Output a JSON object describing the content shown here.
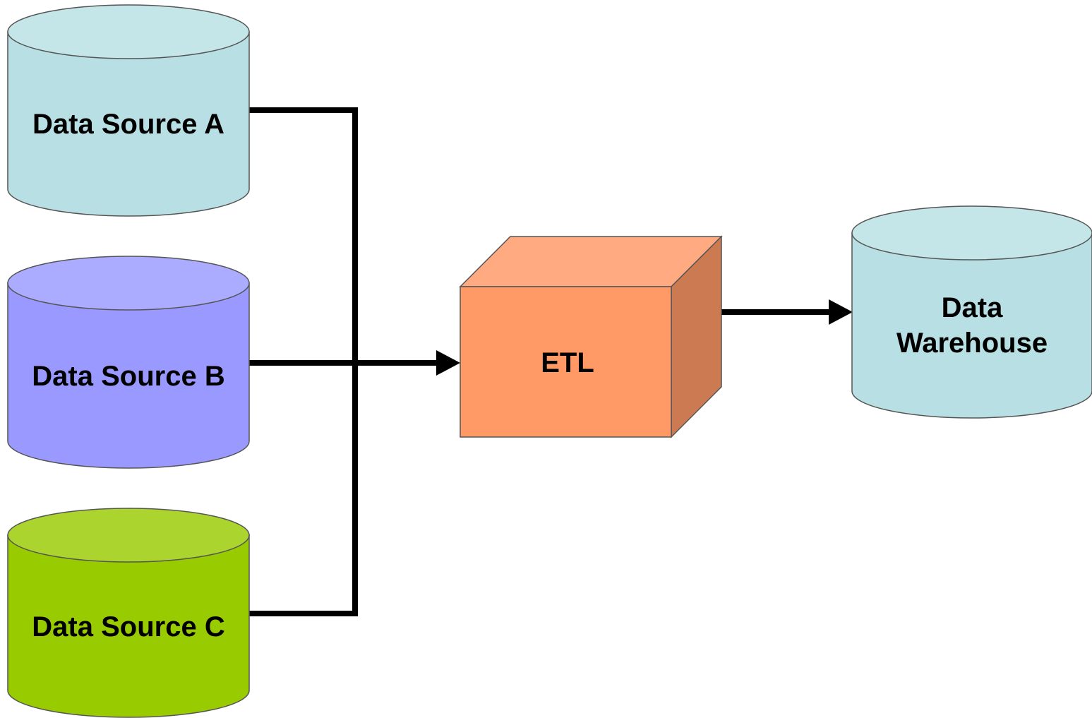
{
  "nodes": {
    "source_a": {
      "label": "Data Source A",
      "color": "#B8E0E4"
    },
    "source_b": {
      "label": "Data Source B",
      "color": "#9999FF"
    },
    "source_c": {
      "label": "Data Source C",
      "color": "#99CC00"
    },
    "etl": {
      "label": "ETL",
      "color": "#FF9966"
    },
    "warehouse": {
      "label_line1": "Data",
      "label_line2": "Warehouse",
      "color": "#B8E0E4"
    }
  },
  "edges": [
    {
      "from": "Data Source A",
      "to": "ETL"
    },
    {
      "from": "Data Source B",
      "to": "ETL"
    },
    {
      "from": "Data Source C",
      "to": "ETL"
    },
    {
      "from": "ETL",
      "to": "Data Warehouse"
    }
  ],
  "colors": {
    "connector": "#000000",
    "outline": "#404040"
  }
}
